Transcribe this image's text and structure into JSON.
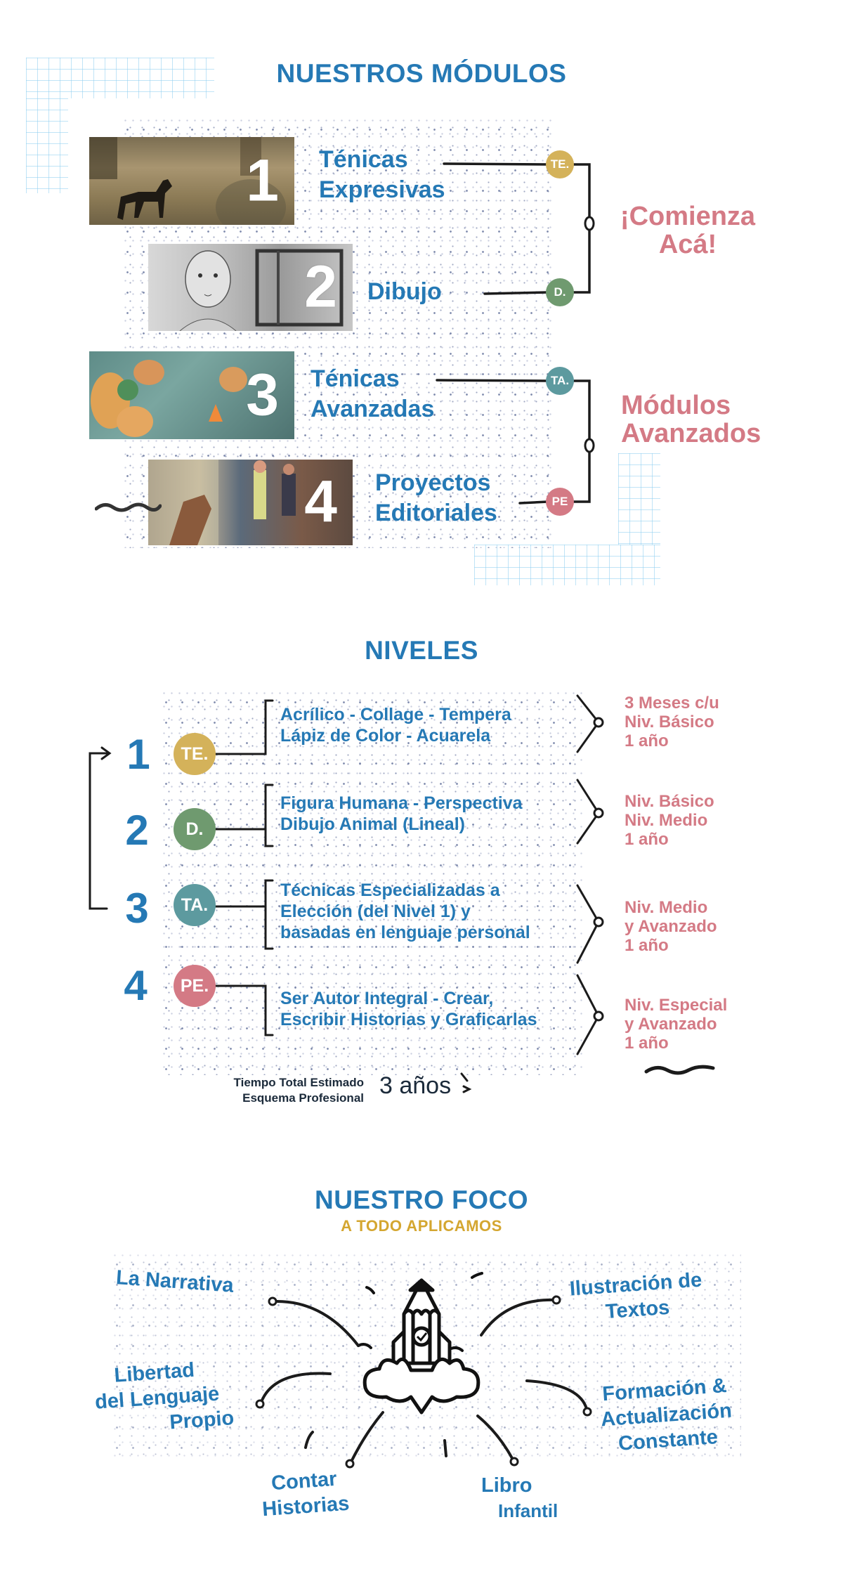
{
  "modules": {
    "title": "NUESTROS MÓDULOS",
    "items": [
      {
        "number": "1",
        "label_line1": "Ténicas",
        "label_line2": "Expresivas",
        "badge": "TE.",
        "badge_color": "#d4b25a",
        "image": "forest-horse-illustration"
      },
      {
        "number": "2",
        "label_line1": "Dibujo",
        "label_line2": "",
        "badge": "D.",
        "badge_color": "#6f9a6f",
        "image": "pencil-portrait-drawing"
      },
      {
        "number": "3",
        "label_line1": "Ténicas",
        "label_line2": "Avanzadas",
        "badge": "TA.",
        "badge_color": "#5d9a9f",
        "image": "mice-watercolor-illustration"
      },
      {
        "number": "4",
        "label_line1": "Proyectos",
        "label_line2": "Editoriales",
        "badge": "PE",
        "badge_color": "#d47a85",
        "image": "painting-characters-collage"
      }
    ],
    "group_start": {
      "line1": "¡Comienza",
      "line2": "Acá!"
    },
    "group_advanced": {
      "line1": "Módulos",
      "line2": "Avanzados"
    }
  },
  "levels": {
    "title": "NIVELES",
    "rows": [
      {
        "number": "1",
        "badge": "TE.",
        "badge_color": "#d4b25a",
        "description": [
          "Acrílico - Collage - Tempera",
          "Lápiz de Color - Acuarela"
        ],
        "duration": [
          "3 Meses c/u",
          "Niv. Básico",
          "1 año"
        ]
      },
      {
        "number": "2",
        "badge": "D.",
        "badge_color": "#6f9a6f",
        "description": [
          "Figura Humana - Perspectiva",
          "Dibujo Animal (Lineal)"
        ],
        "duration": [
          "Niv. Básico",
          "Niv. Medio",
          "1 año"
        ]
      },
      {
        "number": "3",
        "badge": "TA.",
        "badge_color": "#5d9a9f",
        "description": [
          "Técnicas Especializadas a",
          "Elección (del Nivel 1) y",
          "basadas en lenguaje personal"
        ],
        "duration": [
          "Niv. Medio",
          "y Avanzado",
          "1 año"
        ]
      },
      {
        "number": "4",
        "badge": "PE.",
        "badge_color": "#d47a85",
        "description": [
          "Ser Autor Integral - Crear,",
          "Escribir Historias y Graficarlas"
        ],
        "duration": [
          "Niv. Especial",
          "y Avanzado",
          "1 año"
        ]
      }
    ],
    "total_label_line1": "Tiempo Total Estimado",
    "total_label_line2": "Esquema Profesional",
    "total_value": "3 años"
  },
  "focus": {
    "title": "NUESTRO FOCO",
    "subtitle": "A TODO APLICAMOS",
    "subtitle_color": "#d4a630",
    "items": {
      "narrativa": [
        "La Narrativa"
      ],
      "ilustracion": [
        "Ilustración de",
        "Textos"
      ],
      "libertad": [
        "Libertad",
        "del Lenguaje",
        "Propio"
      ],
      "formacion": [
        "Formación &",
        "Actualización",
        "Constante"
      ],
      "contar": [
        "Contar",
        "Historias"
      ],
      "libro": [
        "Libro",
        "Infantil"
      ]
    },
    "center_icon": "pencil-rocket-icon"
  },
  "colors": {
    "primary_blue": "#2579b5",
    "accent_pink": "#d47a85",
    "grid_blue": "#8ccdf0",
    "ink": "#1b1b1b"
  }
}
